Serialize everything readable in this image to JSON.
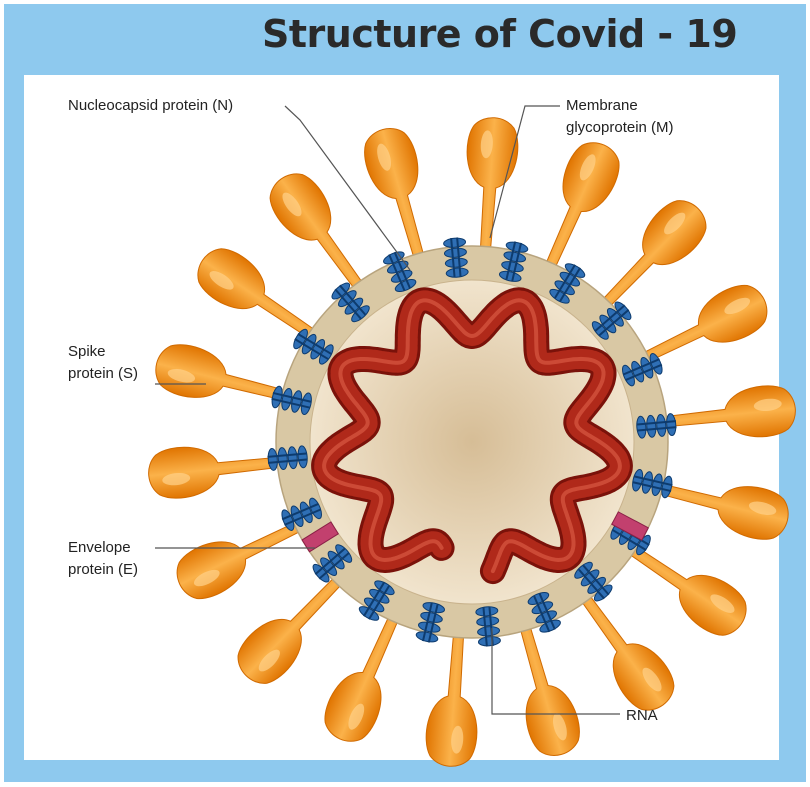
{
  "title": "Structure of Covid - 19",
  "labels": {
    "nucleocapsid": "Nucleocapsid protein (N)",
    "membrane_line1": "Membrane",
    "membrane_line2": "glycoprotein (M)",
    "spike_line1": "Spike",
    "spike_line2": "protein (S)",
    "envelope_line1": "Envelope",
    "envelope_line2": "protein (E)",
    "rna": "RNA"
  },
  "colors": {
    "frame": "#8ec9ee",
    "spike": "#f08a0c",
    "spike_highlight": "#fbb95a",
    "envelope_ring": "#d8c7a3",
    "core": "#e6d3b4",
    "rna": "#a01c10",
    "membrane_protein": "#1e5f9e",
    "envelope_protein": "#c2406e"
  }
}
